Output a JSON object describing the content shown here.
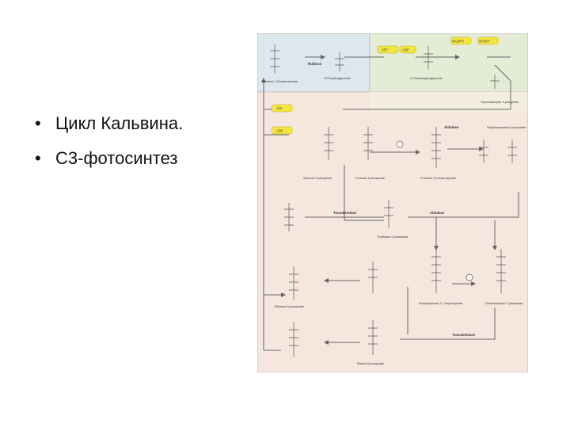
{
  "slide": {
    "bullets": [
      {
        "marker": "•",
        "text": "Цикл Кальвина."
      },
      {
        "marker": "•",
        "text": "С3-фотосинтез"
      }
    ]
  },
  "figure": {
    "colors": {
      "panel_blue": "#dde8ee",
      "panel_green": "#e4ecd6",
      "panel_pink": "#f5e6de",
      "panel_cream": "#f3eedf",
      "lines": "#666666",
      "yellow_badge": "#f4e640"
    },
    "labels": {
      "cofactors": [
        "NADPH",
        "NADP+",
        "ATP",
        "ADP",
        "ATP",
        "ADP"
      ],
      "enzymes": [
        "Rubisco",
        "Aldolase",
        "Transketolase",
        "Transketolase",
        "Aldolase"
      ],
      "compounds": [
        "Ribulose 1,5-bisphosphate",
        "3-Phosphoglycerate",
        "1,3-Bisphosphoglycerate",
        "Glyceraldehyde 3-phosphate",
        "Dihydroxyacetone phosphate",
        "Fructose 1,6-bisphosphate",
        "Fructose 6-phosphate",
        "Xylulose 5-phosphate",
        "Erythrose 4-phosphate",
        "Sedoheptulose 1,7-bisphosphate",
        "Sedoheptulose 7-phosphate",
        "Ribulose 5-phosphate",
        "Ribose 5-phosphate"
      ]
    }
  }
}
